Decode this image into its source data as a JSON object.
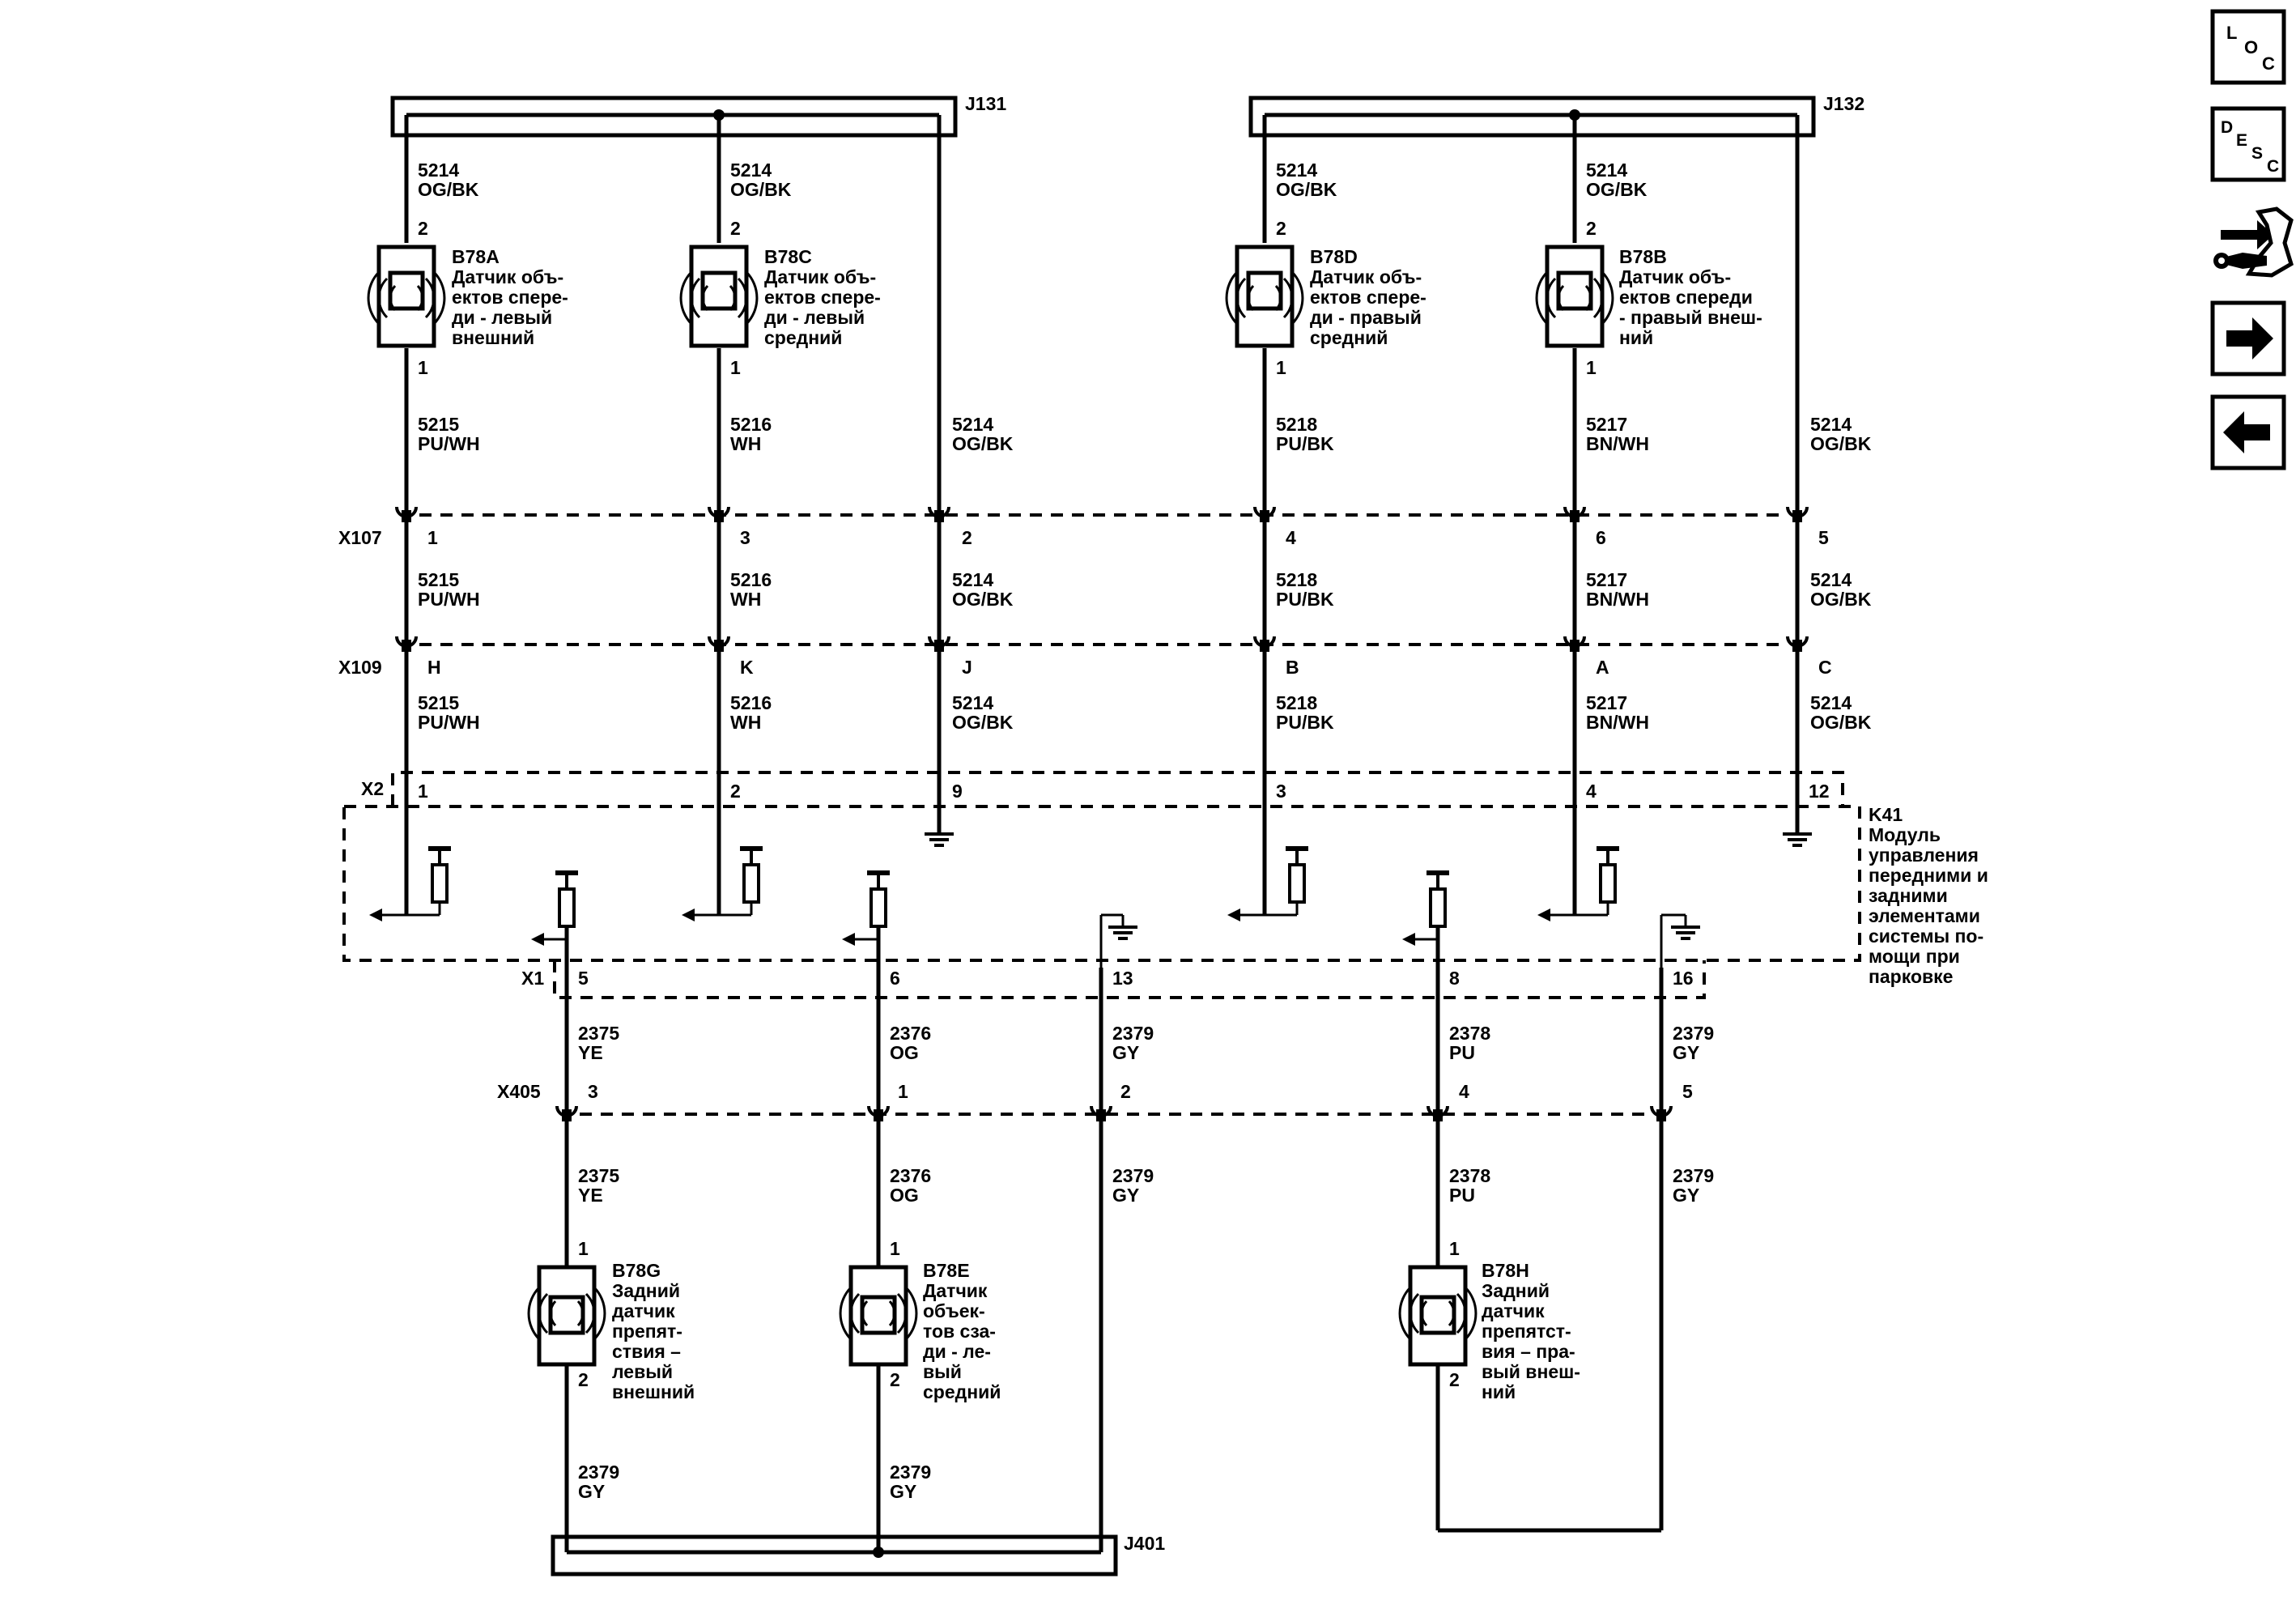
{
  "connectors": {
    "j131": "J131",
    "j132": "J132",
    "j401": "J401",
    "x107": "X107",
    "x109": "X109",
    "x2": "X2",
    "x1": "X1",
    "x405": "X405"
  },
  "top_wires": {
    "w5214": "5214",
    "og_bk": "OG/BK",
    "w5215": "5215",
    "pu_wh": "PU/WH",
    "w5216": "5216",
    "wh": "WH",
    "w5218": "5218",
    "pu_bk": "PU/BK",
    "w5217": "5217",
    "bn_wh": "BN/WH"
  },
  "bottom_wires": {
    "w2375": "2375",
    "ye": "YE",
    "w2376": "2376",
    "og": "OG",
    "w2379": "2379",
    "gy": "GY",
    "w2378": "2378",
    "pu": "PU"
  },
  "pins": {
    "p1": "1",
    "p2": "2",
    "p3": "3",
    "p4": "4",
    "p5": "5",
    "p6": "6",
    "p8": "8",
    "p9": "9",
    "p12": "12",
    "p13": "13",
    "p16": "16",
    "pH": "H",
    "pK": "K",
    "pJ": "J",
    "pB": "B",
    "pA": "A",
    "pC": "C"
  },
  "sensors": {
    "b78a": {
      "id": "B78A",
      "l1": "Датчик объ-",
      "l2": "ектов спере-",
      "l3": "ди - левый",
      "l4": "внешний"
    },
    "b78c": {
      "id": "B78C",
      "l1": "Датчик объ-",
      "l2": "ектов спере-",
      "l3": "ди - левый",
      "l4": "средний"
    },
    "b78d": {
      "id": "B78D",
      "l1": "Датчик объ-",
      "l2": "ектов спере-",
      "l3": "ди - правый",
      "l4": "средний"
    },
    "b78b": {
      "id": "B78B",
      "l1": "Датчик объ-",
      "l2": "ектов спереди",
      "l3": "- правый внеш-",
      "l4": "ний"
    },
    "b78g": {
      "id": "B78G",
      "l1": "Задний",
      "l2": "датчик",
      "l3": "препят-",
      "l4": "ствия –",
      "l5": "левый",
      "l6": "внешний"
    },
    "b78e": {
      "id": "B78E",
      "l1": "Датчик",
      "l2": "объек-",
      "l3": "тов сза-",
      "l4": "ди - ле-",
      "l5": "вый",
      "l6": "средний"
    },
    "b78h": {
      "id": "B78H",
      "l1": "Задний",
      "l2": "датчик",
      "l3": "препятст-",
      "l4": "вия – пра-",
      "l5": "вый внеш-",
      "l6": "ний"
    }
  },
  "module": {
    "id": "K41",
    "l1": "Модуль",
    "l2": "управления",
    "l3": "передними и",
    "l4": "задними",
    "l5": "элементами",
    "l6": "системы по-",
    "l7": "мощи при",
    "l8": "парковке"
  },
  "toolbar": {
    "loc": {
      "l": "L",
      "o": "O",
      "c": "C"
    },
    "desc": {
      "d": "D",
      "e": "E",
      "s": "S",
      "c": "C"
    }
  },
  "icons": [
    "loc-icon",
    "desc-icon",
    "component-connector-icon",
    "arrow-right-icon",
    "arrow-left-icon",
    "ultrasonic-wave-icon",
    "ground-icon",
    "resistor-icon"
  ]
}
